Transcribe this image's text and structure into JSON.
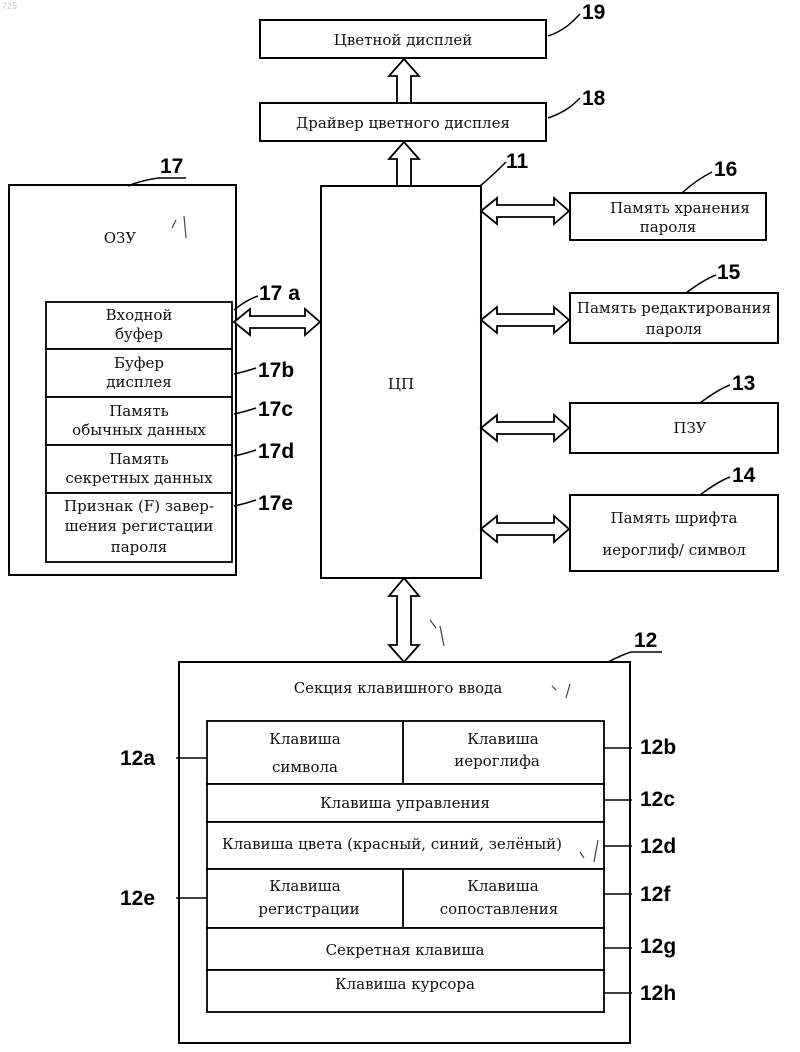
{
  "corner_number": "725",
  "boxes": {
    "color_display": {
      "ref": "19",
      "label": "Цветной дисплей"
    },
    "display_driver": {
      "ref": "18",
      "label": "Драйвер цветного дисплея"
    },
    "cpu": {
      "ref": "11",
      "label": "ЦП"
    },
    "password_storage": {
      "ref": "16",
      "lines": [
        "Память хранения",
        "пароля"
      ]
    },
    "password_edit": {
      "ref": "15",
      "lines": [
        "Память редактирования",
        "пароля"
      ]
    },
    "rom": {
      "ref": "13",
      "label": "ПЗУ"
    },
    "font_memory": {
      "ref": "14",
      "lines": [
        "Память шрифта",
        "иероглиф/ символ"
      ]
    }
  },
  "ram": {
    "ref": "17",
    "title": "ОЗУ",
    "cells": [
      {
        "ref": "17 a",
        "lines": [
          "Входной",
          "буфер"
        ]
      },
      {
        "ref": "17b",
        "lines": [
          "Буфер",
          "дисплея"
        ]
      },
      {
        "ref": "17c",
        "lines": [
          "Память",
          "обычных данных"
        ]
      },
      {
        "ref": "17d",
        "lines": [
          "Память",
          "секретных данных"
        ]
      },
      {
        "ref": "17e",
        "lines": [
          "Признак (F) завер-",
          "шения регистации",
          "пароля"
        ]
      }
    ]
  },
  "keyboard": {
    "ref": "12",
    "title": "Секция клавишного ввода",
    "keys": {
      "symbol": {
        "ref": "12a",
        "lines": [
          "Клавиша",
          "символа"
        ]
      },
      "hieroglyph": {
        "ref": "12b",
        "lines": [
          "Клавиша",
          "иероглифа"
        ]
      },
      "control": {
        "ref": "12c",
        "label": "Клавиша управления"
      },
      "color": {
        "ref": "12d",
        "label": "Клавиша цвета (красный, синий, зелёный)"
      },
      "registration": {
        "ref": "12e",
        "lines": [
          "Клавиша",
          "регистрации"
        ]
      },
      "comparison": {
        "ref": "12f",
        "lines": [
          "Клавиша",
          "сопоставления"
        ]
      },
      "secret": {
        "ref": "12g",
        "label": "Секретная клавиша"
      },
      "cursor": {
        "ref": "12h",
        "label": "Клавиша курсора"
      }
    }
  }
}
